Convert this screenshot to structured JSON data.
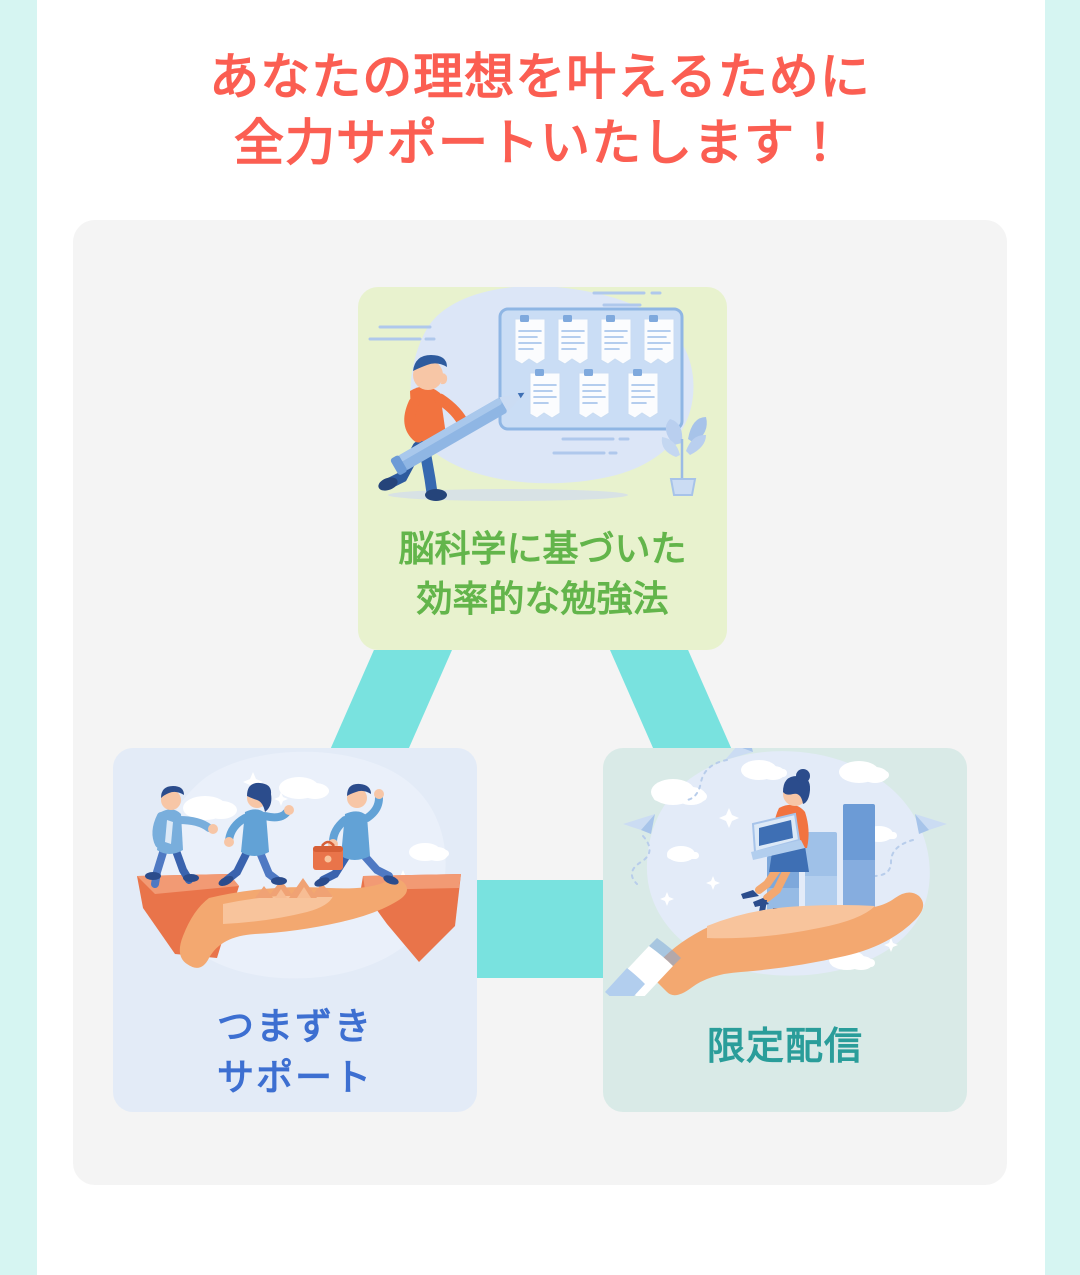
{
  "page": {
    "background": "#FFFFFF",
    "edge_stripe_color": "#D6F5F2"
  },
  "headline": {
    "text": "あなたの理想を叶えるために\n全力サポートいたします！",
    "line1": "あなたの理想を叶えるために",
    "line2": "全力サポートいたします！",
    "color": "#FB5E52"
  },
  "panel": {
    "background": "#F4F4F4"
  },
  "connectors": {
    "color": "#79E2DF",
    "items": [
      {
        "name": "top-to-bottom-left",
        "shape": "slanted-parallelogram"
      },
      {
        "name": "top-to-bottom-right",
        "shape": "slanted-parallelogram"
      },
      {
        "name": "bottom-left-to-bottom-right",
        "shape": "rectangle"
      }
    ]
  },
  "cards": [
    {
      "id": "study-method",
      "label": "脳科学に基づいた\n効率的な勉強法",
      "label_line1": "脳科学に基づいた",
      "label_line2": "効率的な勉強法",
      "background": "#E8F2CE",
      "text_color": "#63B54B",
      "illustration": "man-with-giant-pencil-and-sticky-note-board"
    },
    {
      "id": "stumble-support",
      "label": "つまずき\nサポート",
      "label_line1": "つまずき",
      "label_line2": "サポート",
      "background": "#E3EBF7",
      "text_color": "#3D6FD1",
      "illustration": "helping-hand-bridging-gap-with-three-people"
    },
    {
      "id": "limited-delivery",
      "label": "限定配信",
      "label_line1": "限定配信",
      "label_line2": "",
      "background": "#D9EAE7",
      "text_color": "#2A9D9A",
      "illustration": "hand-holding-bar-chart-with-woman-on-laptop"
    }
  ]
}
